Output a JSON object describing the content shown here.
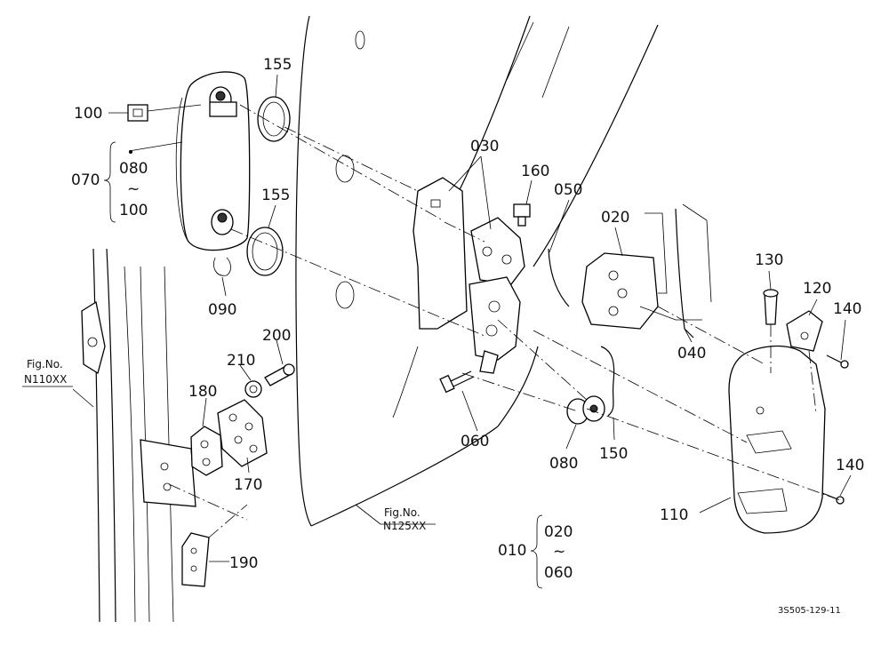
{
  "diagram": {
    "footer_code": "3S505-129-11",
    "labels": {
      "p100": "100",
      "p155a": "155",
      "p155b": "155",
      "p070": "070",
      "p080_range_start": "080",
      "p080_range_tilde": "~",
      "p080_range_end": "100",
      "p090": "090",
      "p030": "030",
      "p160": "160",
      "p050": "050",
      "p020": "020",
      "p040": "040",
      "p130": "130",
      "p120": "120",
      "p140a": "140",
      "p140b": "140",
      "p060": "060",
      "p080": "080",
      "p150": "150",
      "p110": "110",
      "p200": "200",
      "p210": "210",
      "p180": "180",
      "p170": "170",
      "p190": "190",
      "p010": "010",
      "p010_range_start": "020",
      "p010_range_tilde": "~",
      "p010_range_end": "060",
      "fig_ref_left_title": "Fig.No.",
      "fig_ref_left_code": "N110XX",
      "fig_ref_center_title": "Fig.No.",
      "fig_ref_center_code": "N125XX"
    }
  }
}
